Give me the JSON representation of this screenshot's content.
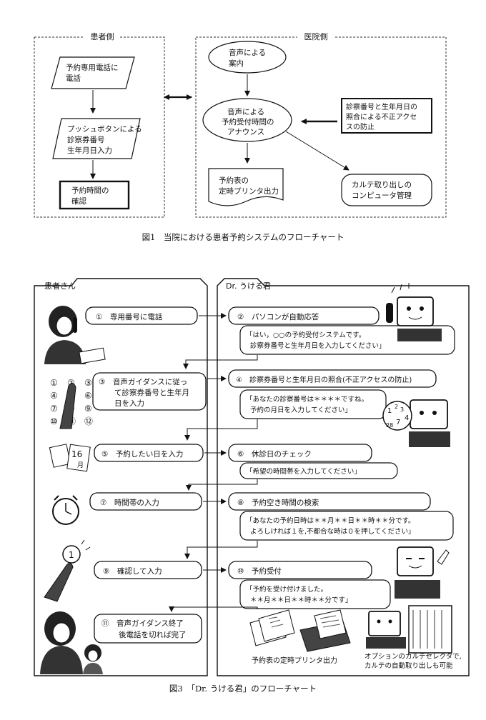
{
  "figure1": {
    "caption": "図1　当院における患者予約システムのフローチャート",
    "patient_label": "患者側",
    "hospital_label": "医院側",
    "patient_steps": [
      [
        "予約専用電話に",
        "電話"
      ],
      [
        "プッシュボタンによる",
        "診察券番号",
        "生年月日入力"
      ],
      [
        "予約時間の",
        "確認"
      ]
    ],
    "hospital_steps": {
      "guidance": [
        "音声による",
        "案内"
      ],
      "announce": [
        "音声による",
        "予約受付時間の",
        "アナウンス"
      ],
      "printer": [
        "予約表の",
        "定時プリンタ出力"
      ],
      "karte": [
        "カルテ取り出しの",
        "コンピュータ管理"
      ],
      "security": [
        "診察番号と生年月日の",
        "照合による不正アクセ",
        "スの防止"
      ]
    }
  },
  "figure3": {
    "caption": "図3　「Dr. うける君」のフローチャート",
    "patient_label": "患者さん",
    "system_label": "Dr. うける君",
    "patient_steps": [
      [
        "①　専用番号に電話"
      ],
      [
        "③　音声ガイダンスに従っ",
        "て診察券番号と生年月",
        "日を入力"
      ],
      [
        "⑤　予約したい日を入力"
      ],
      [
        "⑦　時間帯の入力"
      ],
      [
        "⑨　確認して入力"
      ],
      [
        "⑪　音声ガイダンス終了",
        "後電話を切れば完了"
      ]
    ],
    "system_steps": [
      "②　パソコンが自動応答",
      "④　診察券番号と生年月日の照合(不正アクセスの防止)",
      "⑥　休診日のチェック",
      "⑧　予約空き時間の検索",
      "⑩　予約受付"
    ],
    "messages": [
      [
        "「はい，○○の予約受付システムです。",
        "診察券番号と生年月日を入力してください」"
      ],
      [
        "「あなたの診察番号は＊＊＊＊ですね。",
        "予約の月日を入力してください」"
      ],
      [
        "「希望の時間帯を入力してください」"
      ],
      [
        "「あなたの予約日時は＊＊月＊＊日＊＊時＊＊分です。",
        "よろしければ１を,不都合な時は０を押してください」"
      ],
      [
        "「予約を受け付けました。",
        "＊＊月＊＊日＊＊時＊＊分です」"
      ]
    ],
    "printer_label": "予約表の定時プリンタ出力",
    "option_label": [
      "オプションのカルテセレクタで,",
      "カルテの自動取り出しも可能"
    ],
    "keypad_keys": [
      "①",
      "②",
      "③",
      "④",
      "⑤",
      "⑥",
      "⑦",
      "⑧",
      "⑨",
      "⑩",
      "⑪",
      "⑫"
    ],
    "calendar_text": [
      "16",
      "月"
    ],
    "touch_digit": "1",
    "clock_digits": [
      "1",
      "2",
      "3",
      "4",
      "28",
      "7"
    ]
  }
}
